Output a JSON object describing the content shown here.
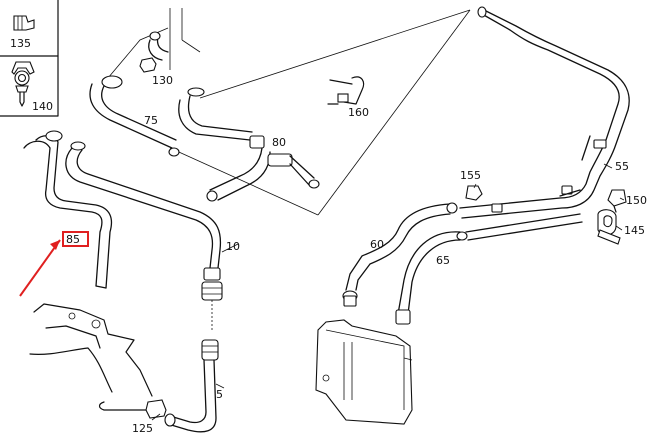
{
  "parts": [
    {
      "id": "p135",
      "label": "135"
    },
    {
      "id": "p140",
      "label": "140"
    },
    {
      "id": "p130",
      "label": "130"
    },
    {
      "id": "p75",
      "label": "75"
    },
    {
      "id": "p80",
      "label": "80"
    },
    {
      "id": "p160",
      "label": "160"
    },
    {
      "id": "p85",
      "label": "85"
    },
    {
      "id": "p10",
      "label": "10"
    },
    {
      "id": "p5",
      "label": "5"
    },
    {
      "id": "p125",
      "label": "125"
    },
    {
      "id": "p155",
      "label": "155"
    },
    {
      "id": "p55",
      "label": "55"
    },
    {
      "id": "p150",
      "label": "150"
    },
    {
      "id": "p145",
      "label": "145"
    },
    {
      "id": "p60",
      "label": "60"
    },
    {
      "id": "p65",
      "label": "65"
    }
  ],
  "highlight": {
    "part": "85",
    "color": "#e02020"
  }
}
